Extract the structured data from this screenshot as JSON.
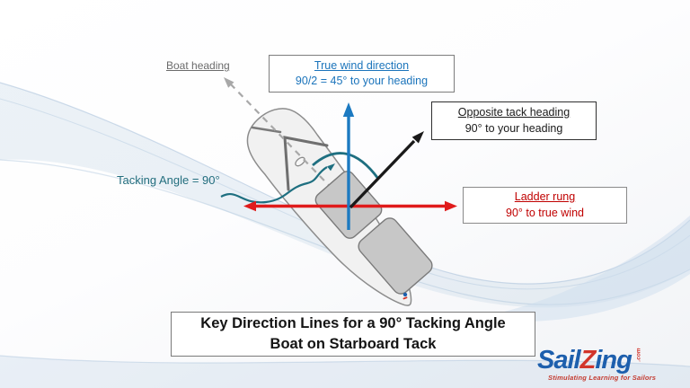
{
  "slide": {
    "labels": {
      "boat_heading": "Boat heading",
      "tacking_angle": "Tacking Angle = 90°"
    },
    "callouts": {
      "true_wind": {
        "title": "True wind direction",
        "subtitle": "90/2 = 45° to your heading",
        "color": "#1b74bb"
      },
      "opposite_tack": {
        "title": "Opposite tack heading",
        "subtitle": "90° to your heading",
        "color": "#1a1a1a"
      },
      "ladder_rung": {
        "title": "Ladder rung",
        "subtitle": "90° to true wind",
        "color": "#c00000"
      }
    },
    "caption": {
      "line1": "Key Direction Lines for a 90° Tacking Angle",
      "line2": "Boat on Starboard Tack"
    },
    "logo": {
      "word_part1": "Sail",
      "word_part2": "Z",
      "word_part3": "ing",
      "suffix": ".com",
      "tagline": "Stimulating Learning for Sailors"
    },
    "colors": {
      "wind_arrow_blue": "#1c7ac1",
      "opposite_tack_black": "#1a1a1a",
      "ladder_rung_red": "#e01b1b",
      "boat_heading_gray": "#a8a8a8",
      "tacking_teal": "#1e6f80",
      "logo_blue": "#1d5fad",
      "logo_red": "#d2352b"
    }
  }
}
